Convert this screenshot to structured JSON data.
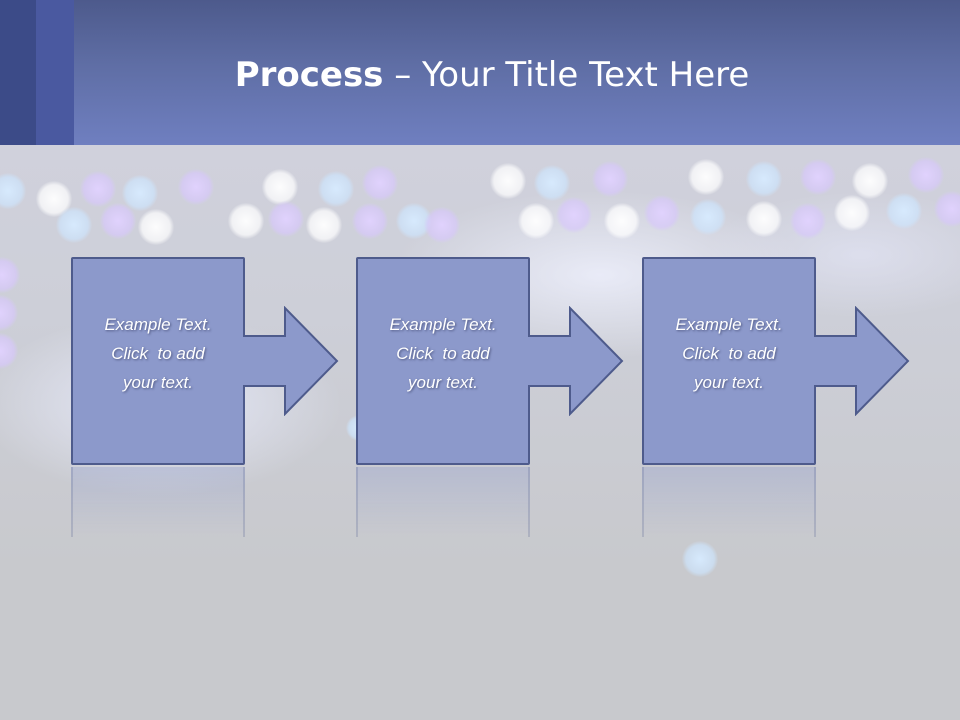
{
  "slide": {
    "title_strong": "Process",
    "title_rest": " – Your Title Text Here",
    "colors": {
      "header": "#6f7fc0",
      "box_fill": "#8c99cb",
      "box_border": "#4e5b8c",
      "background": "#c8c9cd"
    }
  },
  "steps": [
    {
      "line1": "Example Text.",
      "line2": "Click  to add",
      "line3": "your text."
    },
    {
      "line1": "Example Text.",
      "line2": "Click  to add",
      "line3": "your text."
    },
    {
      "line1": "Example Text.",
      "line2": "Click  to add",
      "line3": "your text."
    }
  ]
}
